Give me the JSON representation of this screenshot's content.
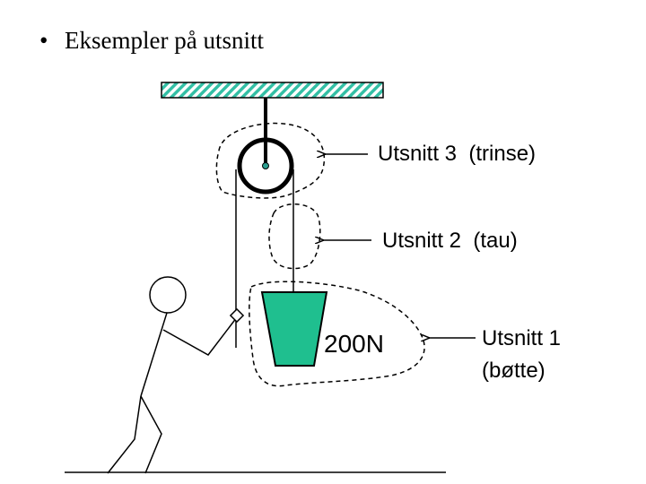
{
  "heading": {
    "bullet": "•",
    "text": "Eksempler på utsnitt"
  },
  "labels": {
    "pulley": "Utsnitt 3  (trinse)",
    "rope": "Utsnitt 2  (tau)",
    "bucket_line1": "Utsnitt 1",
    "bucket_line2": "(bøtte)",
    "weight": "200N"
  },
  "colors": {
    "ceiling_hatch": "#33bfa5",
    "bucket_fill": "#1fbf8f",
    "pulley_center": "#2a9d8f"
  }
}
